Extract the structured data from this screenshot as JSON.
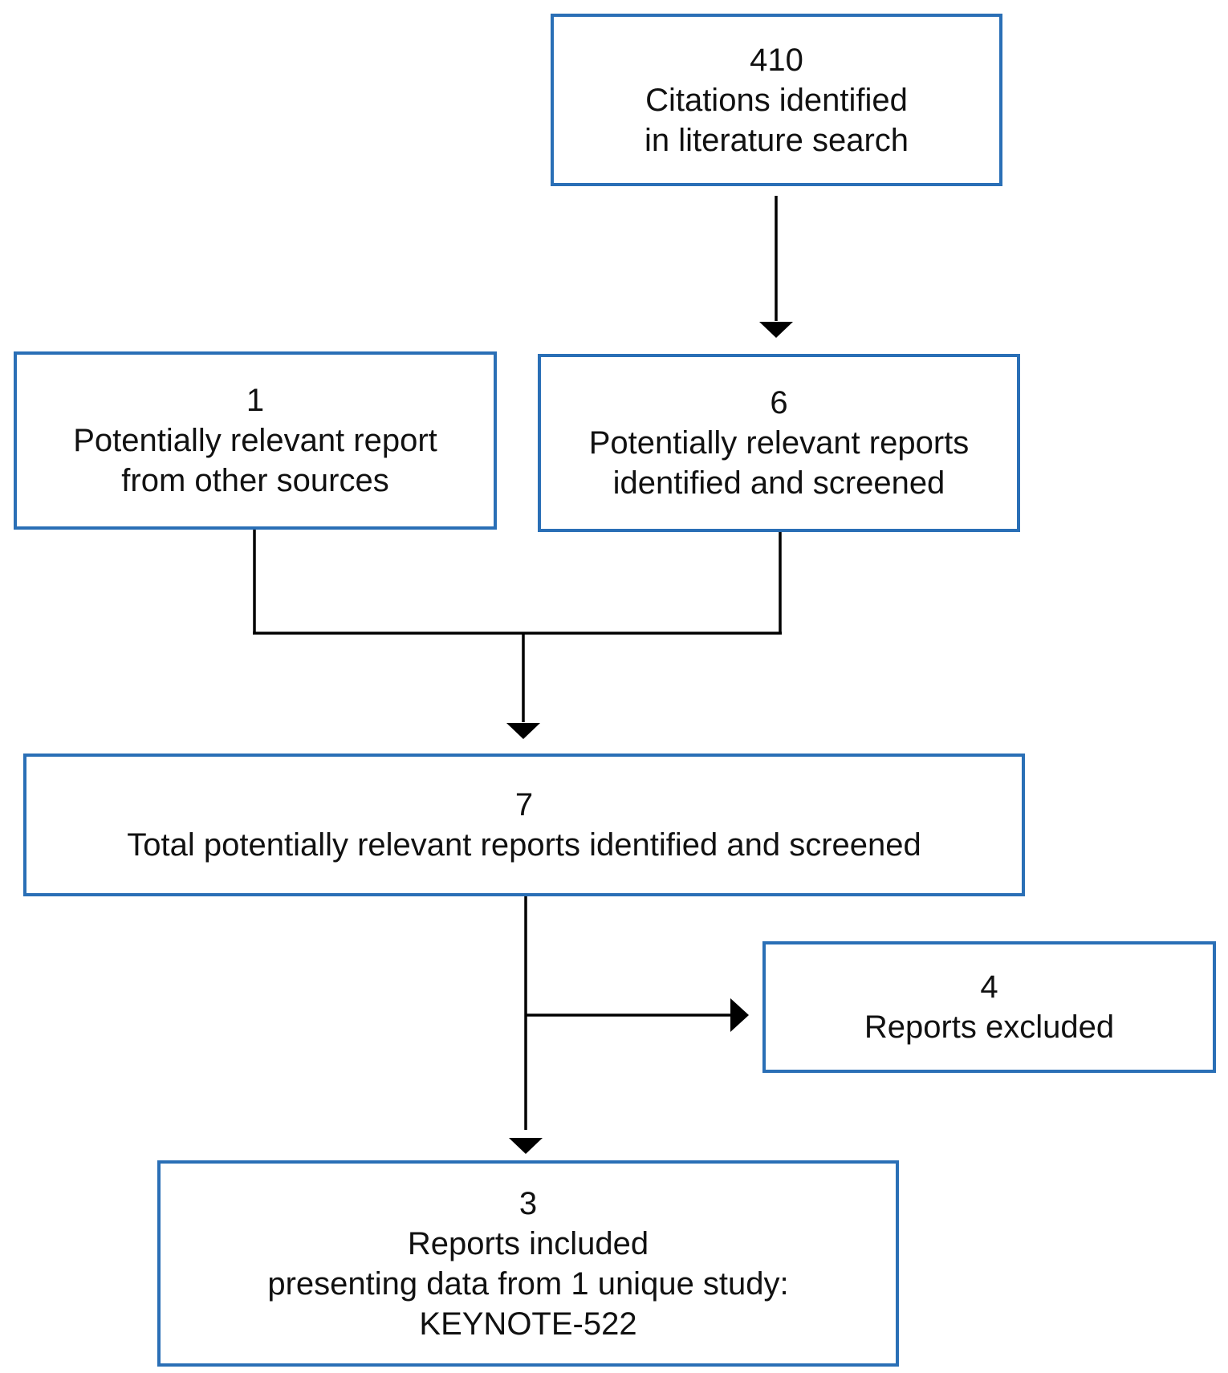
{
  "colors": {
    "box_border": "#2a6fb6",
    "connector": "#000000",
    "text": "#111111"
  },
  "boxes": {
    "literature_search": {
      "count": "410",
      "lines": [
        "Citations identified",
        "in literature search"
      ]
    },
    "other_sources": {
      "count": "1",
      "lines": [
        "Potentially relevant report",
        "from other sources"
      ]
    },
    "identified_screened": {
      "count": "6",
      "lines": [
        "Potentially relevant reports",
        "identified and screened"
      ]
    },
    "total_screened": {
      "count": "7",
      "lines": [
        "Total potentially relevant reports identified and screened"
      ]
    },
    "excluded": {
      "count": "4",
      "lines": [
        "Reports excluded"
      ]
    },
    "included": {
      "count": "3",
      "lines": [
        "Reports included",
        "presenting data from 1 unique study:",
        "KEYNOTE-522"
      ]
    }
  }
}
